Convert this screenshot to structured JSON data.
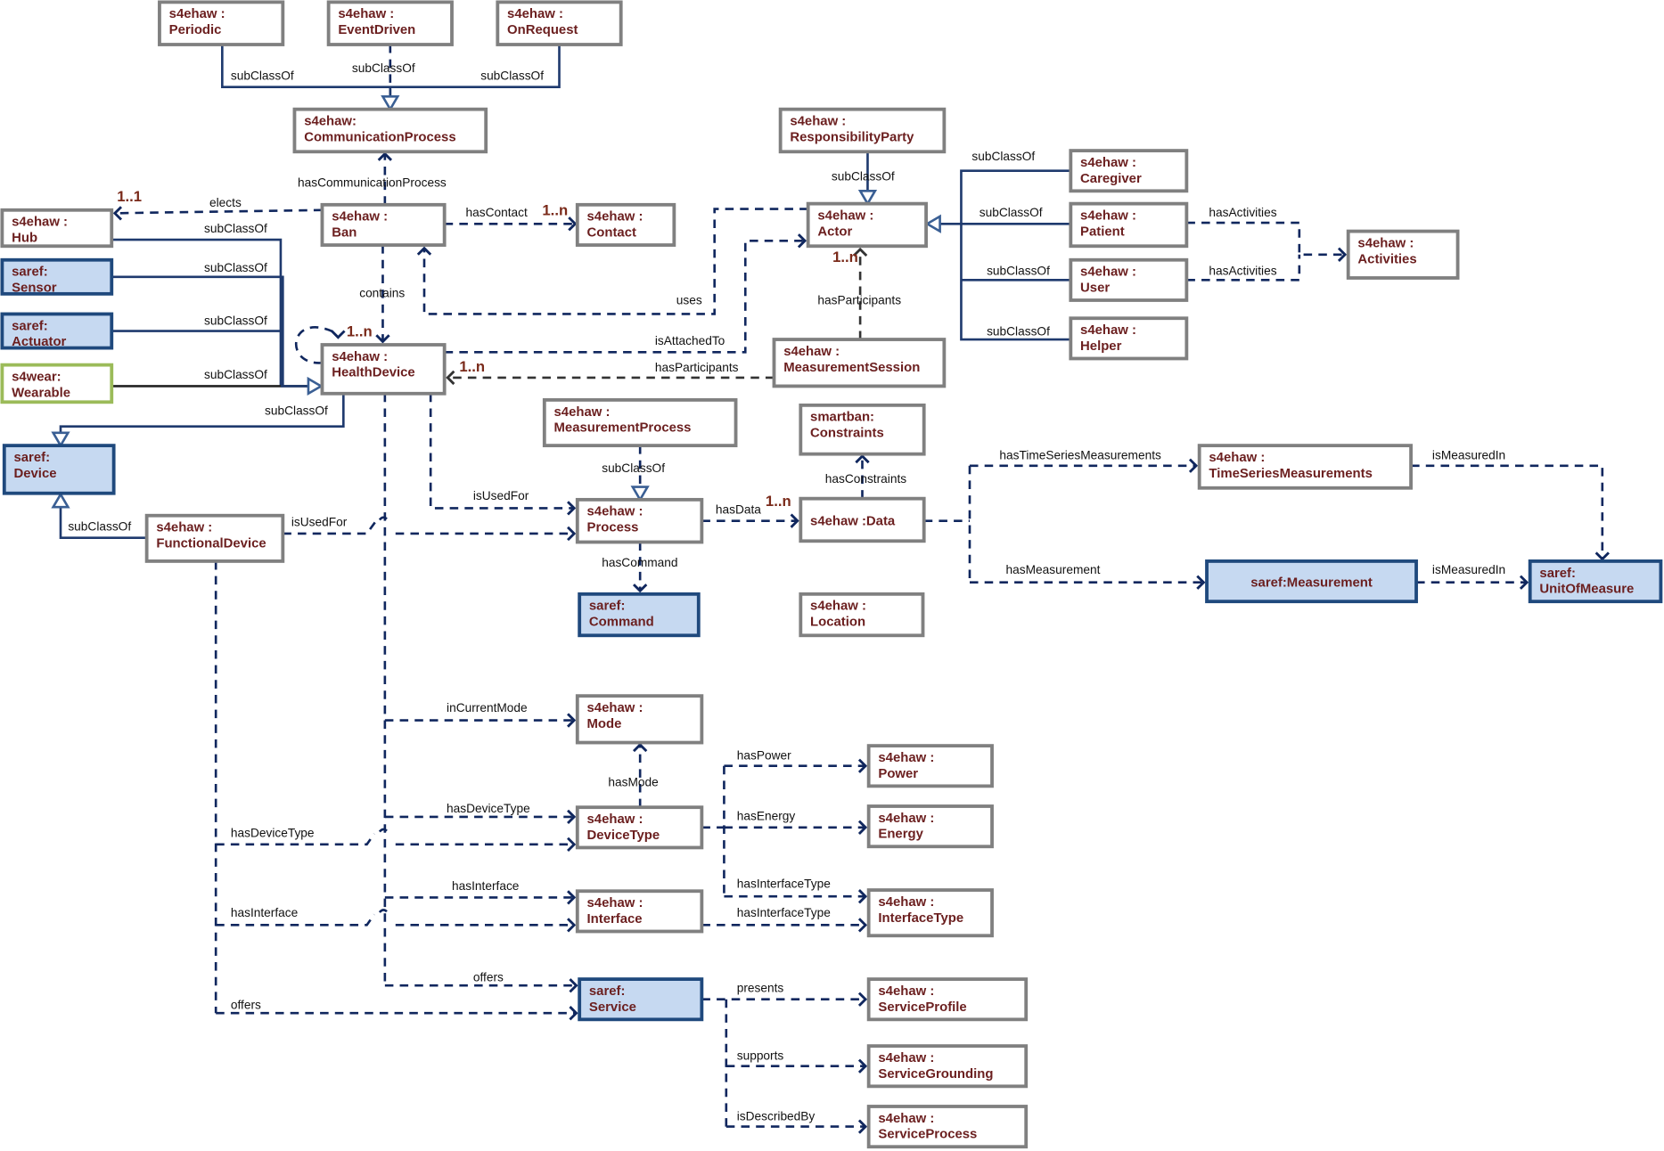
{
  "diagram": {
    "title": "SmartBAN / SAREF4EHAW ontology diagram",
    "colors": {
      "class_text": "#6b1f1f",
      "gray_border": "#808080",
      "saref_border": "#1f497d",
      "saref_fill": "#c6d9f1",
      "s4wear_border": "#9bbb59",
      "edge": "#10275e",
      "multiplicity": "#7a2a1a"
    },
    "nodes": {
      "periodic": {
        "prefix": "s4ehaw :",
        "name": "Periodic",
        "style": "gray"
      },
      "eventdriven": {
        "prefix": "s4ehaw :",
        "name": "EventDriven",
        "style": "gray"
      },
      "onrequest": {
        "prefix": "s4ehaw :",
        "name": "OnRequest",
        "style": "gray"
      },
      "commprocess": {
        "prefix": "s4ehaw:",
        "name": "CommunicationProcess",
        "style": "gray"
      },
      "responsibility": {
        "prefix": "s4ehaw :",
        "name": "ResponsibilityParty",
        "style": "gray"
      },
      "hub": {
        "prefix": "s4ehaw :",
        "name": "Hub",
        "style": "gray"
      },
      "ban": {
        "prefix": "s4ehaw :",
        "name": "Ban",
        "style": "gray"
      },
      "contact": {
        "prefix": "s4ehaw :",
        "name": "Contact",
        "style": "gray"
      },
      "actor": {
        "prefix": "s4ehaw :",
        "name": "Actor",
        "style": "gray"
      },
      "caregiver": {
        "prefix": "s4ehaw :",
        "name": "Caregiver",
        "style": "gray"
      },
      "patient": {
        "prefix": "s4ehaw :",
        "name": "Patient",
        "style": "gray"
      },
      "user": {
        "prefix": "s4ehaw :",
        "name": "User",
        "style": "gray"
      },
      "helper": {
        "prefix": "s4ehaw :",
        "name": "Helper",
        "style": "gray"
      },
      "activities": {
        "prefix": "s4ehaw :",
        "name": "Activities",
        "style": "gray"
      },
      "sensor": {
        "prefix": "saref:",
        "name": "Sensor",
        "style": "blue"
      },
      "actuator": {
        "prefix": "saref:",
        "name": "Actuator",
        "style": "blue"
      },
      "wearable": {
        "prefix": "s4wear:",
        "name": "Wearable",
        "style": "green"
      },
      "healthdevice": {
        "prefix": "s4ehaw :",
        "name": "HealthDevice",
        "style": "gray"
      },
      "msession": {
        "prefix": "s4ehaw :",
        "name": "MeasurementSession",
        "style": "gray"
      },
      "device": {
        "prefix": "saref:",
        "name": "Device",
        "style": "blue"
      },
      "mprocess": {
        "prefix": "s4ehaw :",
        "name": "MeasurementProcess",
        "style": "gray"
      },
      "constraints": {
        "prefix": "smartban:",
        "name": "Constraints",
        "style": "gray"
      },
      "process": {
        "prefix": "s4ehaw :",
        "name": "Process",
        "style": "gray"
      },
      "data": {
        "prefix": "",
        "name": "s4ehaw :Data",
        "style": "gray"
      },
      "functionaldevice": {
        "prefix": "s4ehaw :",
        "name": "FunctionalDevice",
        "style": "gray"
      },
      "timeseries": {
        "prefix": "s4ehaw :",
        "name": "TimeSeriesMeasurements",
        "style": "gray"
      },
      "measurement": {
        "prefix": "",
        "name": "saref:Measurement",
        "style": "blue"
      },
      "unitofmeasure": {
        "prefix": "saref:",
        "name": "UnitOfMeasure",
        "style": "blue"
      },
      "command": {
        "prefix": "saref:",
        "name": "Command",
        "style": "blue"
      },
      "location": {
        "prefix": "s4ehaw :",
        "name": "Location",
        "style": "gray"
      },
      "mode": {
        "prefix": "s4ehaw :",
        "name": "Mode",
        "style": "gray"
      },
      "power": {
        "prefix": "s4ehaw :",
        "name": "Power",
        "style": "gray"
      },
      "devicetype": {
        "prefix": "s4ehaw :",
        "name": "DeviceType",
        "style": "gray"
      },
      "energy": {
        "prefix": "s4ehaw :",
        "name": "Energy",
        "style": "gray"
      },
      "interface": {
        "prefix": "s4ehaw :",
        "name": "Interface",
        "style": "gray"
      },
      "interfacetype": {
        "prefix": "s4ehaw :",
        "name": "InterfaceType",
        "style": "gray"
      },
      "service": {
        "prefix": "saref:",
        "name": "Service",
        "style": "blue"
      },
      "serviceprofile": {
        "prefix": "s4ehaw :",
        "name": "ServiceProfile",
        "style": "gray"
      },
      "servicegrounding": {
        "prefix": "s4ehaw :",
        "name": "ServiceGrounding",
        "style": "gray"
      },
      "serviceprocess": {
        "prefix": "s4ehaw :",
        "name": "ServiceProcess",
        "style": "gray"
      }
    },
    "edge_labels": {
      "periodic_sub": "subClassOf",
      "eventdriven_sub": "subClassOf",
      "onrequest_sub": "subClassOf",
      "hasCommunicationProcess": "hasCommunicationProcess",
      "elects": "elects",
      "hasContact": "hasContact",
      "contains": "contains",
      "uses": "uses",
      "isAttachedTo": "isAttachedTo",
      "hasParticipants_hd": "hasParticipants",
      "hasParticipants_actor": "hasParticipants",
      "responsibility_sub": "subClassOf",
      "caregiver_sub": "subClassOf",
      "patient_sub": "subClassOf",
      "user_sub": "subClassOf",
      "helper_sub": "subClassOf",
      "patient_act": "hasActivities",
      "user_act": "hasActivities",
      "hub_sub": "subClassOf",
      "sensor_sub": "subClassOf",
      "actuator_sub": "subClassOf",
      "wearable_sub": "subClassOf",
      "healthdevice_sub": "subClassOf",
      "functionaldevice_sub": "subClassOf",
      "isUsedFor_hd": "isUsedFor",
      "isUsedFor_fd": "isUsedFor",
      "mprocess_sub": "subClassOf",
      "hasData": "hasData",
      "hasCommand": "hasCommand",
      "hasConstraints": "hasConstraints",
      "hasTimeSeriesMeasurements": "hasTimeSeriesMeasurements",
      "hasMeasurement": "hasMeasurement",
      "isMeasuredIn_ts": "isMeasuredIn",
      "isMeasuredIn_m": "isMeasuredIn",
      "inCurrentMode": "inCurrentMode",
      "hasMode": "hasMode",
      "hasDeviceType_hd": "hasDeviceType",
      "hasDeviceType_fd": "hasDeviceType",
      "hasPower": "hasPower",
      "hasEnergy": "hasEnergy",
      "hasInterfaceType_dt": "hasInterfaceType",
      "hasInterfaceType_if": "hasInterfaceType",
      "hasInterface_hd": "hasInterface",
      "hasInterface_fd": "hasInterface",
      "offers_hd": "offers",
      "offers_fd": "offers",
      "presents": "presents",
      "supports": "supports",
      "isDescribedBy": "isDescribedBy"
    },
    "multiplicities": {
      "elects": "1..1",
      "hasContact": "1..n",
      "contains": "1..n",
      "hasParticipants_hd": "1..n",
      "hasParticipants_actor": "1..n",
      "hasData": "1..n"
    }
  }
}
